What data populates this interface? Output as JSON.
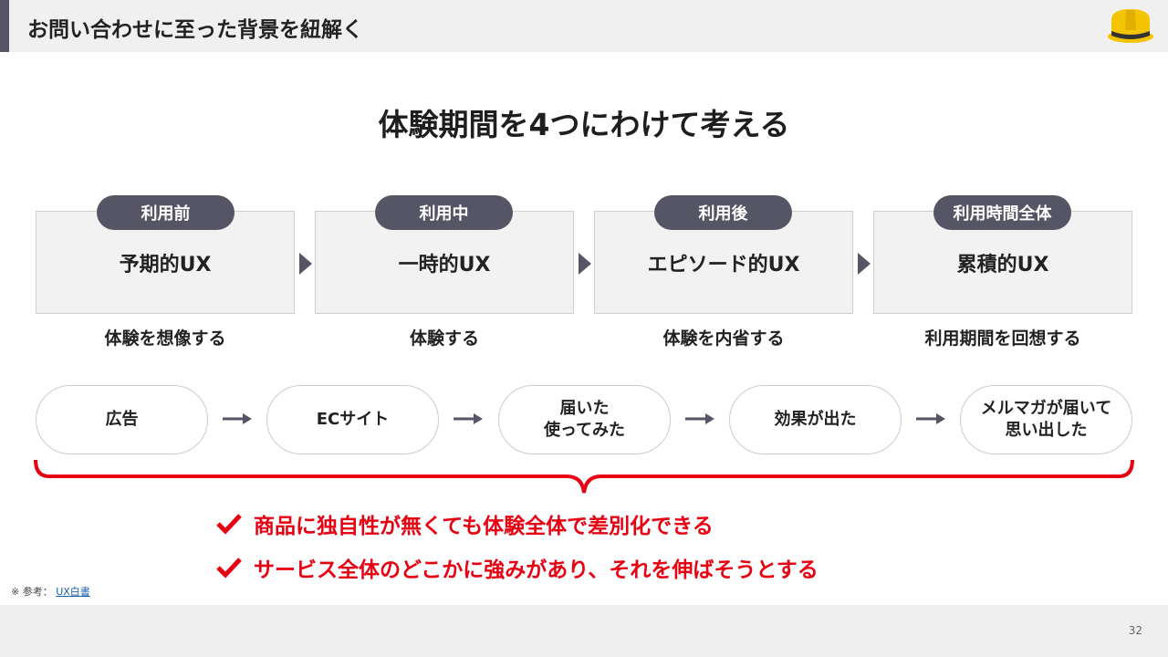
{
  "header": {
    "title": "お問い合わせに至った背景を紐解く",
    "logo_icon": "hard-hat-icon"
  },
  "main_title": "体験期間を4つにわけて考える",
  "stages": [
    {
      "label": "利用前",
      "ux": "予期的UX",
      "desc": "体験を想像する"
    },
    {
      "label": "利用中",
      "ux": "一時的UX",
      "desc": "体験する"
    },
    {
      "label": "利用後",
      "ux": "エピソード的UX",
      "desc": "体験を内省する"
    },
    {
      "label": "利用時間全体",
      "ux": "累積的UX",
      "desc": "利用期間を回想する"
    }
  ],
  "journey": [
    "広告",
    "ECサイト",
    "届いた\n使ってみた",
    "効果が出た",
    "メルマガが届いて\n思い出した"
  ],
  "points": [
    "商品に独自性が無くても体験全体で差別化できる",
    "サービス全体のどこかに強みがあり、それを伸ばそうとする"
  ],
  "reference": {
    "prefix": "※ 参考：",
    "link": "UX白書"
  },
  "page_number": "32",
  "colors": {
    "accent": "#e60012",
    "stage_dark": "#555565",
    "logo_yellow": "#f5c400"
  }
}
